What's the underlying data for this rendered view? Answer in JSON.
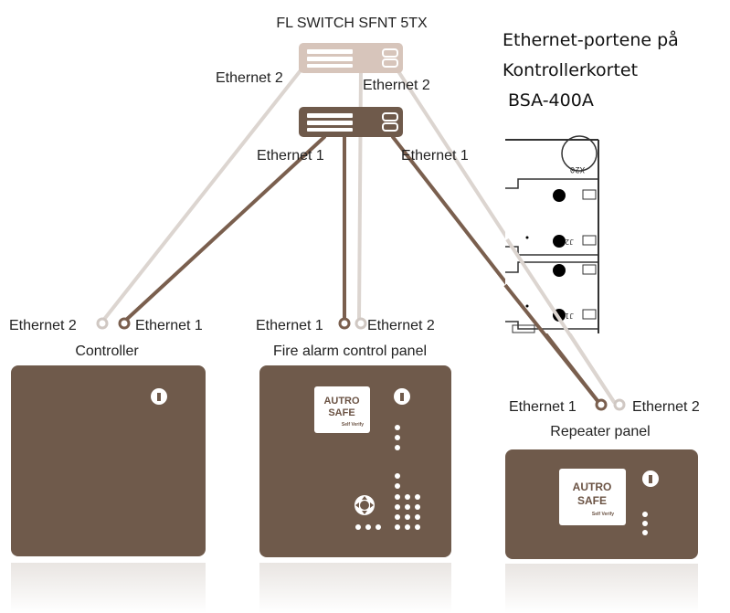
{
  "colors": {
    "panel": "#6f5a4b",
    "primary_switch": "#6f5a4b",
    "secondary_switch": "#d7c5bb",
    "ethernet1_cable": "#7a5f4e",
    "ethernet2_cable": "#d9d2cd",
    "background": "#ffffff"
  },
  "switch": {
    "title": "FL SWITCH SFNT 5TX",
    "port_label_left": "Ethernet 2",
    "port_label_right": "Ethernet 2",
    "port_label_lower_left": "Ethernet 1",
    "port_label_lower_right": "Ethernet 1"
  },
  "controller": {
    "name": "Controller",
    "port_eth2": "Ethernet 2",
    "port_eth1": "Ethernet 1"
  },
  "fire_panel": {
    "name": "Fire alarm control panel",
    "port_eth1": "Ethernet 1",
    "port_eth2": "Ethernet 2",
    "logo_line1": "AUTRO",
    "logo_line2": "SAFE",
    "logo_tagline": "Self Verify"
  },
  "repeater": {
    "name": "Repeater panel",
    "port_eth1": "Ethernet 1",
    "port_eth2": "Ethernet 2",
    "logo_line1": "AUTRO",
    "logo_line2": "SAFE",
    "logo_tagline": "Self Verify"
  },
  "caption": {
    "line1": "Ethernet-portene på",
    "line2": "Kontrollerkortet",
    "line3": "BSA-400A"
  },
  "board": {
    "top_label": "X20",
    "jack1_label": "J2",
    "jack2_label": "J1"
  }
}
